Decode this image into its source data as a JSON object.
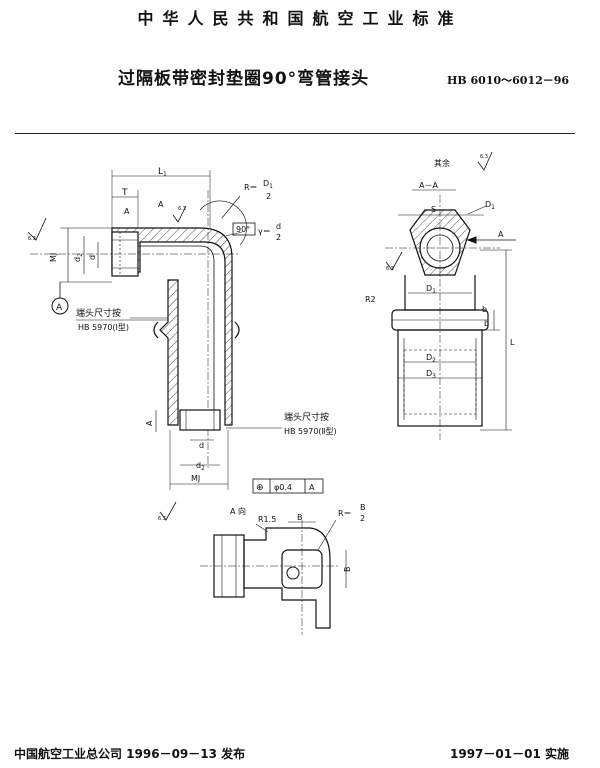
{
  "header": {
    "standard_name": "中华人民共和国航空工业标准"
  },
  "title": {
    "main": "过隔板带密封垫圈90°弯管接头",
    "code": "HB 6010～6012－96"
  },
  "drawing": {
    "roughness_prefix": "其余",
    "roughness_value": "6.3",
    "roughness_small": "6.3",
    "section_label": "A－A",
    "dims": {
      "L1": "L",
      "L1_sub": "1",
      "T": "T",
      "A": "A",
      "R": "R＝",
      "D1": "D",
      "D1_sub": "1",
      "two": "2",
      "angle": "90°",
      "gamma": "γ＝",
      "d": "d",
      "d2": "d",
      "d2_sub": "2",
      "MJ": "MJ",
      "S": "S",
      "R2": "R2",
      "b": "b",
      "D2": "D",
      "D2_sub": "2",
      "D3": "D",
      "D3_sub": "3",
      "L": "L",
      "B": "B",
      "R15": "R1.5",
      "datum": "A"
    },
    "notes": {
      "end_size_label": "端头尺寸按",
      "end_size_ref_1": "HB 5970(Ⅰ型)",
      "end_size_ref_2": "HB 5970(Ⅱ型)"
    },
    "tolerance": {
      "symbol": "⊕",
      "value": "φ0.4",
      "datum": "A"
    },
    "view_a_label": "A 向"
  },
  "footer": {
    "issuer": "中国航空工业总公司 1996－09－13 发布",
    "effective": "1997－01－01 实施"
  }
}
